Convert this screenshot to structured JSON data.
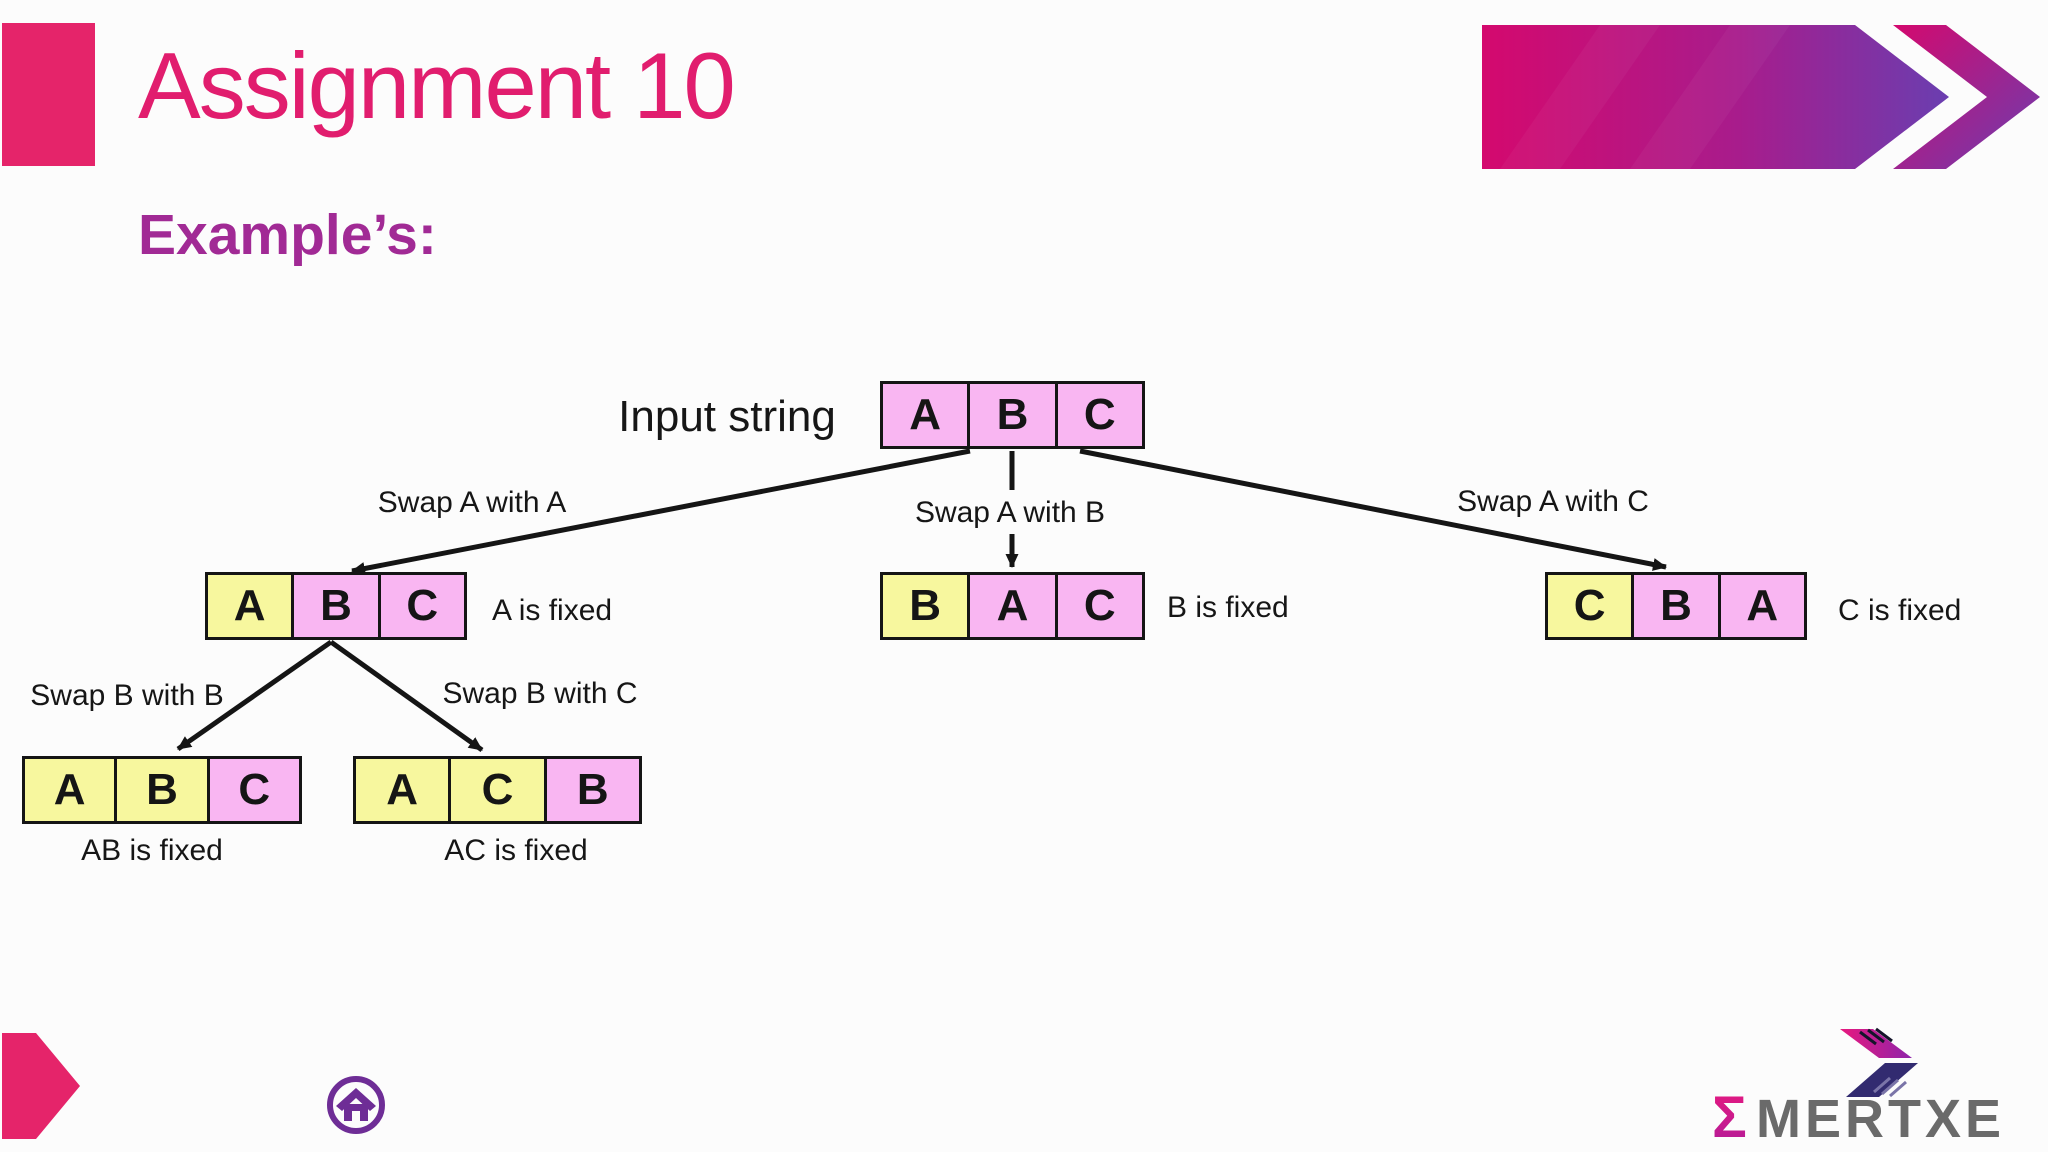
{
  "slide": {
    "title": "Assignment 10",
    "subtitle": "Example’s:"
  },
  "diagram": {
    "input_label": "Input string",
    "root": {
      "cells": [
        {
          "letter": "A",
          "fixed": false
        },
        {
          "letter": "B",
          "fixed": false
        },
        {
          "letter": "C",
          "fixed": false
        }
      ]
    },
    "level2": [
      {
        "edge_label": "Swap A with A",
        "note": "A is fixed",
        "cells": [
          {
            "letter": "A",
            "fixed": true
          },
          {
            "letter": "B",
            "fixed": false
          },
          {
            "letter": "C",
            "fixed": false
          }
        ]
      },
      {
        "edge_label": "Swap A with B",
        "note": "B is fixed",
        "cells": [
          {
            "letter": "B",
            "fixed": true
          },
          {
            "letter": "A",
            "fixed": false
          },
          {
            "letter": "C",
            "fixed": false
          }
        ]
      },
      {
        "edge_label": "Swap A with C",
        "note": "C is fixed",
        "cells": [
          {
            "letter": "C",
            "fixed": true
          },
          {
            "letter": "B",
            "fixed": false
          },
          {
            "letter": "A",
            "fixed": false
          }
        ]
      }
    ],
    "level3": [
      {
        "edge_label": "Swap B with B",
        "note": "AB is fixed",
        "cells": [
          {
            "letter": "A",
            "fixed": true
          },
          {
            "letter": "B",
            "fixed": true
          },
          {
            "letter": "C",
            "fixed": false
          }
        ]
      },
      {
        "edge_label": "Swap B with C",
        "note": "AC is fixed",
        "cells": [
          {
            "letter": "A",
            "fixed": true
          },
          {
            "letter": "C",
            "fixed": true
          },
          {
            "letter": "B",
            "fixed": false
          }
        ]
      }
    ]
  },
  "footer": {
    "logo_sigma": "Σ",
    "logo_word": "MERTXE"
  },
  "colors": {
    "accent_pink": "#E11D6E",
    "accent_purple": "#A12A95",
    "shape_pink": "#E5246A",
    "banner_pink": "#D4096E",
    "banner_mid": "#A81C8C",
    "banner_purple": "#6A3EB0",
    "cell_pink": "#F9B6F2",
    "cell_yellow": "#F7F79E",
    "home_purple": "#6E2D96",
    "logo_gray": "#6A6A6A",
    "logo_pink": "#E8187E",
    "logo_dark": "#322B70"
  }
}
